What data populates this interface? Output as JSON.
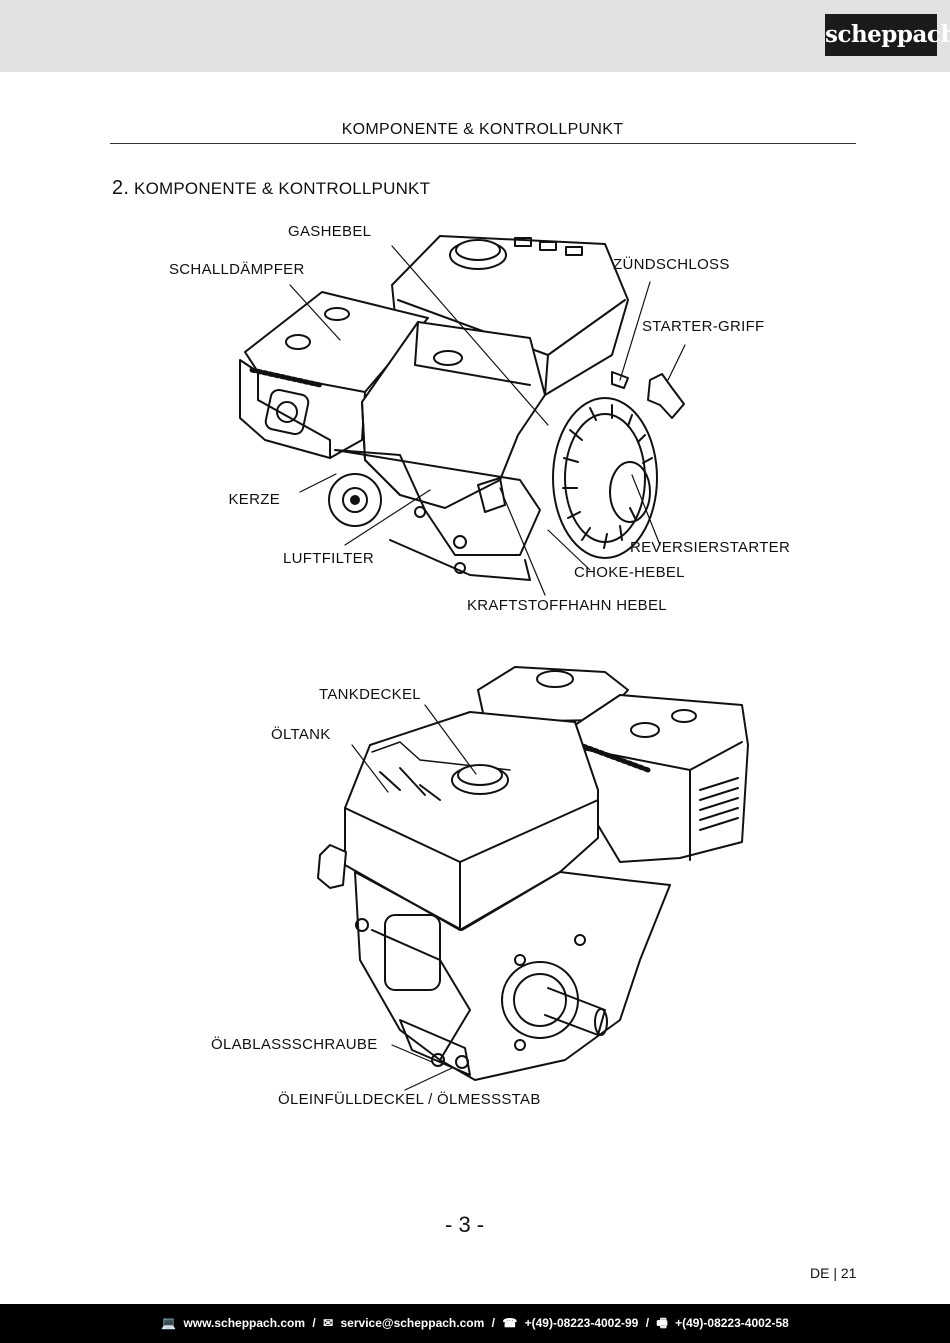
{
  "brand": {
    "logo_text": "scheppach"
  },
  "header": {
    "title": "KOMPONENTE & KONTROLLPUNKT"
  },
  "section": {
    "number": "2.",
    "title": "KOMPONENTE & KONTROLLPUNKT"
  },
  "figure_top": {
    "labels": {
      "gashebel": "GASHEBEL",
      "schalldaempfer": "SCHALLDÄMPFER",
      "zuendschloss": "ZÜNDSCHLOSS",
      "starter_griff": "STARTER-GRIFF",
      "kerze": "KERZE",
      "luftfilter": "LUFTFILTER",
      "reversierstarter": "REVERSIERSTARTER",
      "choke_hebel": "CHOKE-HEBEL",
      "kraftstoffhahn_hebel": "KRAFTSTOFFHAHN HEBEL"
    }
  },
  "figure_bottom": {
    "labels": {
      "tankdeckel": "TANKDECKEL",
      "oeltank": "ÖLTANK",
      "oelablassschraube": "ÖLABLASSSCHRAUBE",
      "oeleinfuelldeckel": "ÖLEINFÜLLDECKEL / ÖLMESSSTAB"
    }
  },
  "page": {
    "number": "- 3 -",
    "lang_page": "DE | 21"
  },
  "footer": {
    "web_icon": "computer-icon",
    "web": "www.scheppach.com",
    "mail_icon": "mail-icon",
    "email": "service@scheppach.com",
    "phone_icon": "phone-icon",
    "phone": "+(49)-08223-4002-99",
    "fax_icon": "fax-icon",
    "fax": "+(49)-08223-4002-58",
    "separator": "/"
  }
}
